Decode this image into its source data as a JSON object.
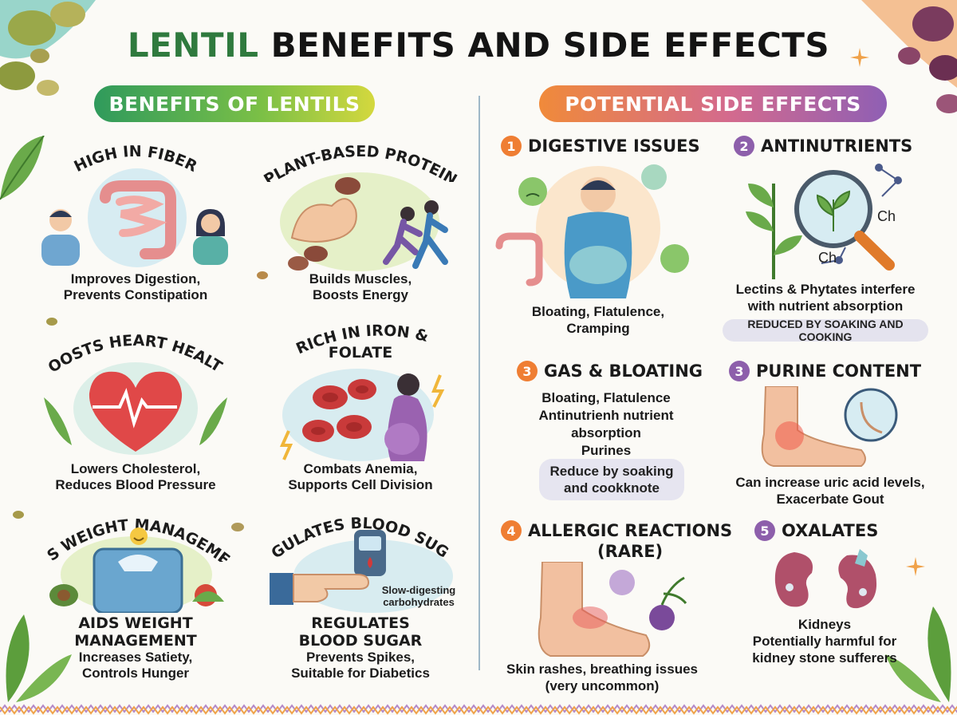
{
  "title": {
    "accent": "LENTIL",
    "rest": "BENEFITS AND SIDE EFFECTS"
  },
  "benefits_header": "BENEFITS OF LENTILS",
  "side_effects_header": "POTENTIAL SIDE EFFECTS",
  "benefits": [
    {
      "title": "HIGH IN FIBER",
      "lines": [
        "Improves Digestion,",
        "Prevents Constipation"
      ]
    },
    {
      "title": "PLANT-BASED PROTEIN",
      "lines": [
        "Builds Muscles,",
        "Boosts Energy"
      ]
    },
    {
      "title": "BOOSTS HEART HEALTH",
      "lines": [
        "Lowers Cholesterol,",
        "Reduces Blood Pressure"
      ]
    },
    {
      "title_line1": "RICH IN IRON &",
      "title_line2": "FOLATE",
      "lines": [
        "Combats Anemia,",
        "Supports Cell Division"
      ]
    },
    {
      "title": "AIDS WEIGHT MANAGEMENT",
      "big_lines": [
        "AIDS WEIGHT",
        "MANAGEMENT"
      ],
      "lines": [
        "Increases Satiety,",
        "Controls Hunger"
      ]
    },
    {
      "title": "REGULATES BLOOD SUGAR",
      "big_lines": [
        "REGULATES",
        "BLOOD SUGAR"
      ],
      "lines": [
        "Prevents Spikes,",
        "Suitable for Diabetics"
      ],
      "illus_label": [
        "Slow-digesting",
        "carbohydrates"
      ]
    }
  ],
  "side_effects": [
    {
      "num": "1",
      "title": "DIGESTIVE ISSUES",
      "lines": [
        "Bloating, Flatulence,",
        "Cramping"
      ]
    },
    {
      "num": "2",
      "title": "ANTINUTRIENTS",
      "lines": [
        "Lectins & Phytates interfere",
        "with nutrient absorption"
      ],
      "note": "REDUCED BY SOAKING AND COOKING",
      "chem": [
        "Ch",
        "Ch"
      ]
    },
    {
      "num": "3",
      "title": "GAS & BLOATING",
      "lines": [
        "Bloating, Flatulence",
        "Antinutrienh nutrient",
        "absorption",
        "Purines"
      ],
      "note_lines": [
        "Reduce by soaking",
        "and cookknote"
      ]
    },
    {
      "num": "3",
      "title": "PURINE CONTENT",
      "lines": [
        "Can increase uric acid levels,",
        "Exacerbate Gout"
      ]
    },
    {
      "num": "4",
      "title_line1": "ALLERGIC REACTIONS",
      "title_line2": "(RARE)",
      "lines": [
        "Skin rashes, breathing issues",
        "(very uncommon)"
      ]
    },
    {
      "num": "5",
      "title": "OXALATES",
      "lines": [
        "Kidneys",
        "Potentially harmful for",
        "kidney stone sufferers"
      ]
    }
  ],
  "colors": {
    "green_accent": "#2f7a3e",
    "orange": "#ef7e33",
    "purple": "#8d5fab"
  }
}
